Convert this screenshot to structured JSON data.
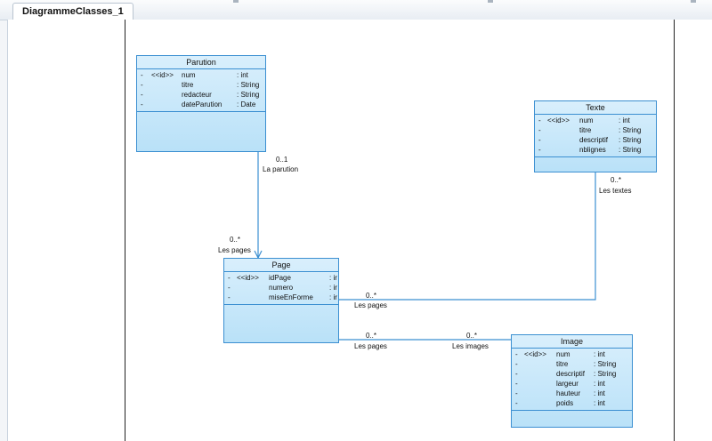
{
  "tab": {
    "label": "DiagrammeClasses_1"
  },
  "classes": {
    "parution": {
      "name": "Parution",
      "attributes": [
        {
          "vis": "-",
          "stereo": "<<id>>",
          "name": "num",
          "type": ": int"
        },
        {
          "vis": "-",
          "stereo": "",
          "name": "titre",
          "type": ": String"
        },
        {
          "vis": "-",
          "stereo": "",
          "name": "redacteur",
          "type": ": String"
        },
        {
          "vis": "-",
          "stereo": "",
          "name": "dateParution",
          "type": ": Date"
        }
      ]
    },
    "texte": {
      "name": "Texte",
      "attributes": [
        {
          "vis": "-",
          "stereo": "<<id>>",
          "name": "num",
          "type": ": int"
        },
        {
          "vis": "-",
          "stereo": "",
          "name": "titre",
          "type": ": String"
        },
        {
          "vis": "-",
          "stereo": "",
          "name": "descriptif",
          "type": ": String"
        },
        {
          "vis": "-",
          "stereo": "",
          "name": "nblignes",
          "type": ": String"
        }
      ]
    },
    "page": {
      "name": "Page",
      "attributes": [
        {
          "vis": "-",
          "stereo": "<<id>>",
          "name": "idPage",
          "type": ": ir"
        },
        {
          "vis": "-",
          "stereo": "",
          "name": "numero",
          "type": ": ir"
        },
        {
          "vis": "-",
          "stereo": "",
          "name": "miseEnForme",
          "type": ": ir"
        }
      ]
    },
    "image": {
      "name": "Image",
      "attributes": [
        {
          "vis": "-",
          "stereo": "<<id>>",
          "name": "num",
          "type": ": int"
        },
        {
          "vis": "-",
          "stereo": "",
          "name": "titre",
          "type": ": String"
        },
        {
          "vis": "-",
          "stereo": "",
          "name": "descriptif",
          "type": ": String"
        },
        {
          "vis": "-",
          "stereo": "",
          "name": "largeur",
          "type": ": int"
        },
        {
          "vis": "-",
          "stereo": "",
          "name": "hauteur",
          "type": ": int"
        },
        {
          "vis": "-",
          "stereo": "",
          "name": "poids",
          "type": ": int"
        }
      ]
    }
  },
  "associations": {
    "parution_page": {
      "mult_parution": "0..1",
      "role_parution": "La parution",
      "mult_page": "0..*",
      "role_page": "Les pages"
    },
    "texte_page": {
      "mult_texte": "0..*",
      "role_texte": "Les textes",
      "mult_page": "0..*",
      "role_page": "Les pages"
    },
    "page_image": {
      "mult_page": "0..*",
      "role_page": "Les pages",
      "mult_image": "0..*",
      "role_image": "Les images"
    }
  },
  "colors": {
    "class_border": "#3b8fd1",
    "class_fill": "#c9e8fa",
    "link": "#3b8fd1"
  }
}
